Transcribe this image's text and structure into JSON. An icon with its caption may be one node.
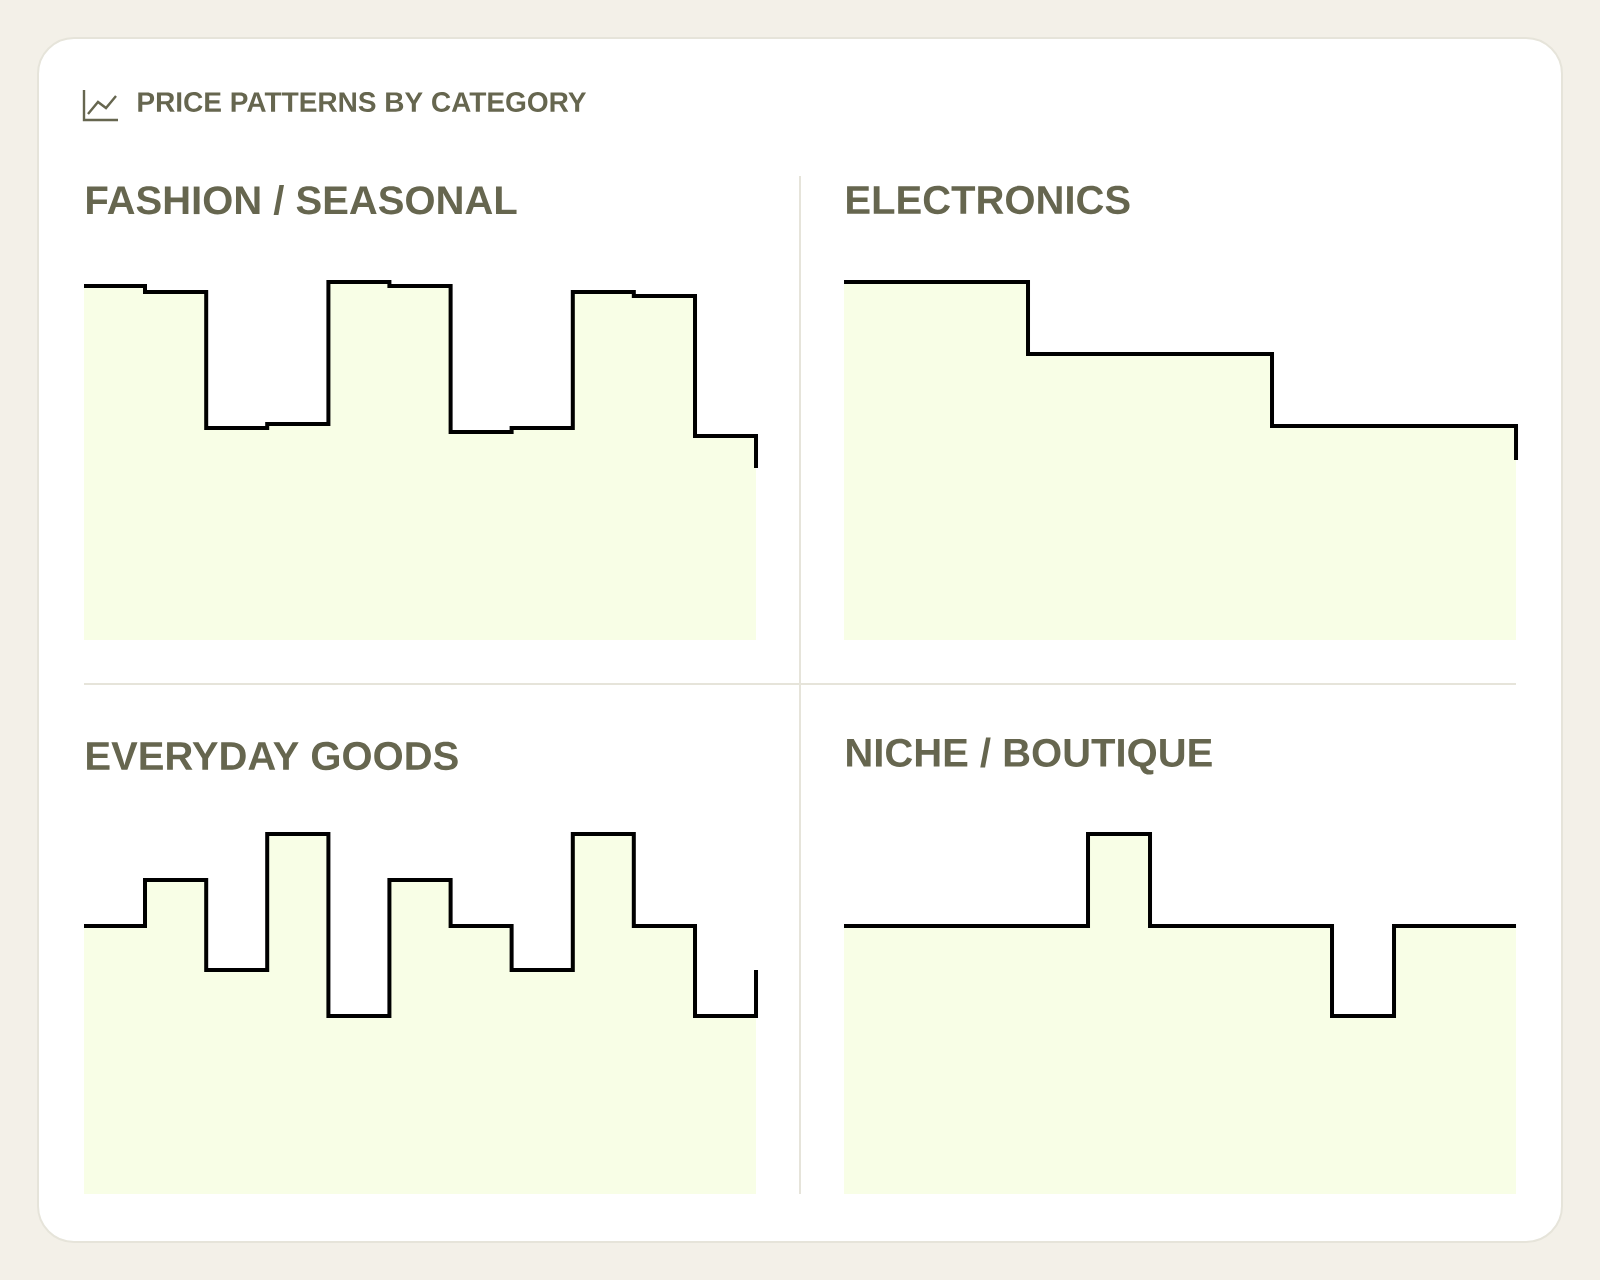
{
  "diagram": {
    "title": "PRICE PATTERNS BY CATEGORY",
    "labels": [
      "FASHION / SEASONAL",
      "ELECTRONICS",
      "EVERYDAY GOODS",
      "NICHE / BOUTIQUE"
    ]
  }
}
